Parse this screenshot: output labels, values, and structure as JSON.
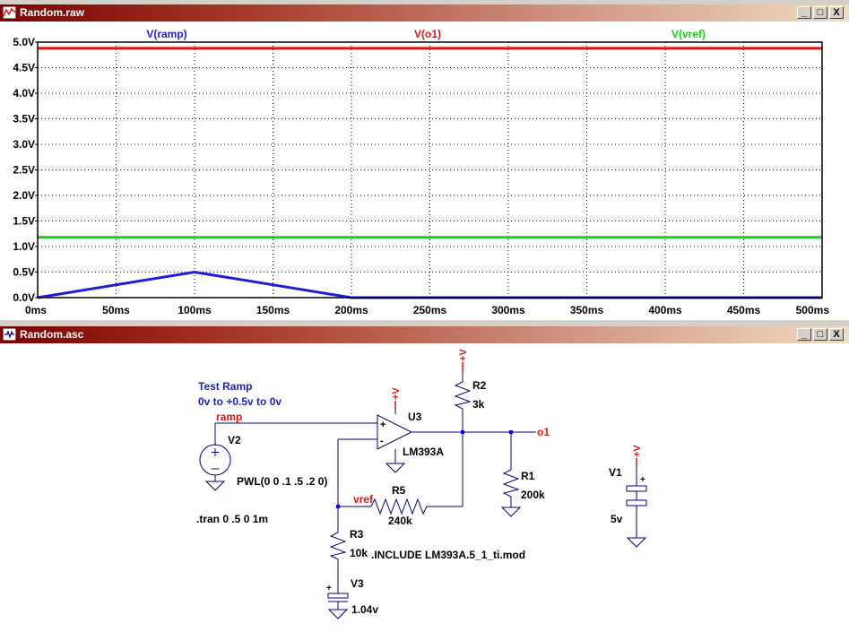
{
  "plot_window": {
    "title": "Random.raw",
    "buttons": [
      "_",
      "□",
      "X"
    ]
  },
  "schematic_window": {
    "title": "Random.asc",
    "buttons": [
      "_",
      "□",
      "X"
    ]
  },
  "chart_data": {
    "type": "line",
    "x_ticks": [
      "0ms",
      "50ms",
      "100ms",
      "150ms",
      "200ms",
      "250ms",
      "300ms",
      "350ms",
      "400ms",
      "450ms",
      "500ms"
    ],
    "y_ticks": [
      "0.0V",
      "0.5V",
      "1.0V",
      "1.5V",
      "2.0V",
      "2.5V",
      "3.0V",
      "3.5V",
      "4.0V",
      "4.5V",
      "5.0V"
    ],
    "xlim": [
      0,
      500
    ],
    "ylim": [
      0,
      5
    ],
    "grid": true,
    "series": [
      {
        "name": "V(ramp)",
        "color": "#1e1ed2",
        "x": [
          0,
          100,
          200,
          500
        ],
        "y": [
          0,
          0.5,
          0,
          0
        ]
      },
      {
        "name": "V(o1)",
        "color": "#e01414",
        "x": [
          0,
          500
        ],
        "y": [
          4.88,
          4.88
        ]
      },
      {
        "name": "V(vref)",
        "color": "#14d214",
        "x": [
          0,
          500
        ],
        "y": [
          1.18,
          1.18
        ]
      }
    ]
  },
  "schematic": {
    "colors": {
      "wire": "#000080",
      "netlabel": "#e01414",
      "comment": "#1e1ed2",
      "node": "#0000ff"
    },
    "comment_line1": "Test Ramp",
    "comment_line2": "0v to +0.5v to 0v",
    "net_ramp": "ramp",
    "net_vref": "vref",
    "net_o1": "o1",
    "supply_label": "+V",
    "V2": {
      "name": "V2",
      "value": "PWL(0 0 .1 .5 .2 0)"
    },
    "U3": {
      "name": "U3",
      "value": "LM393A",
      "minus": "-",
      "plus": "+"
    },
    "R2": {
      "name": "R2",
      "value": "3k"
    },
    "R1": {
      "name": "R1",
      "value": "200k"
    },
    "R5": {
      "name": "R5",
      "value": "240k"
    },
    "R3": {
      "name": "R3",
      "value": "10k"
    },
    "V3": {
      "name": "V3",
      "value": "1.04v",
      "pol": "+"
    },
    "V1": {
      "name": "V1",
      "value": "5v",
      "pol": "+"
    },
    "tran": ".tran 0 .5 0 1m",
    "include": ".INCLUDE LM393A.5_1_ti.mod"
  }
}
